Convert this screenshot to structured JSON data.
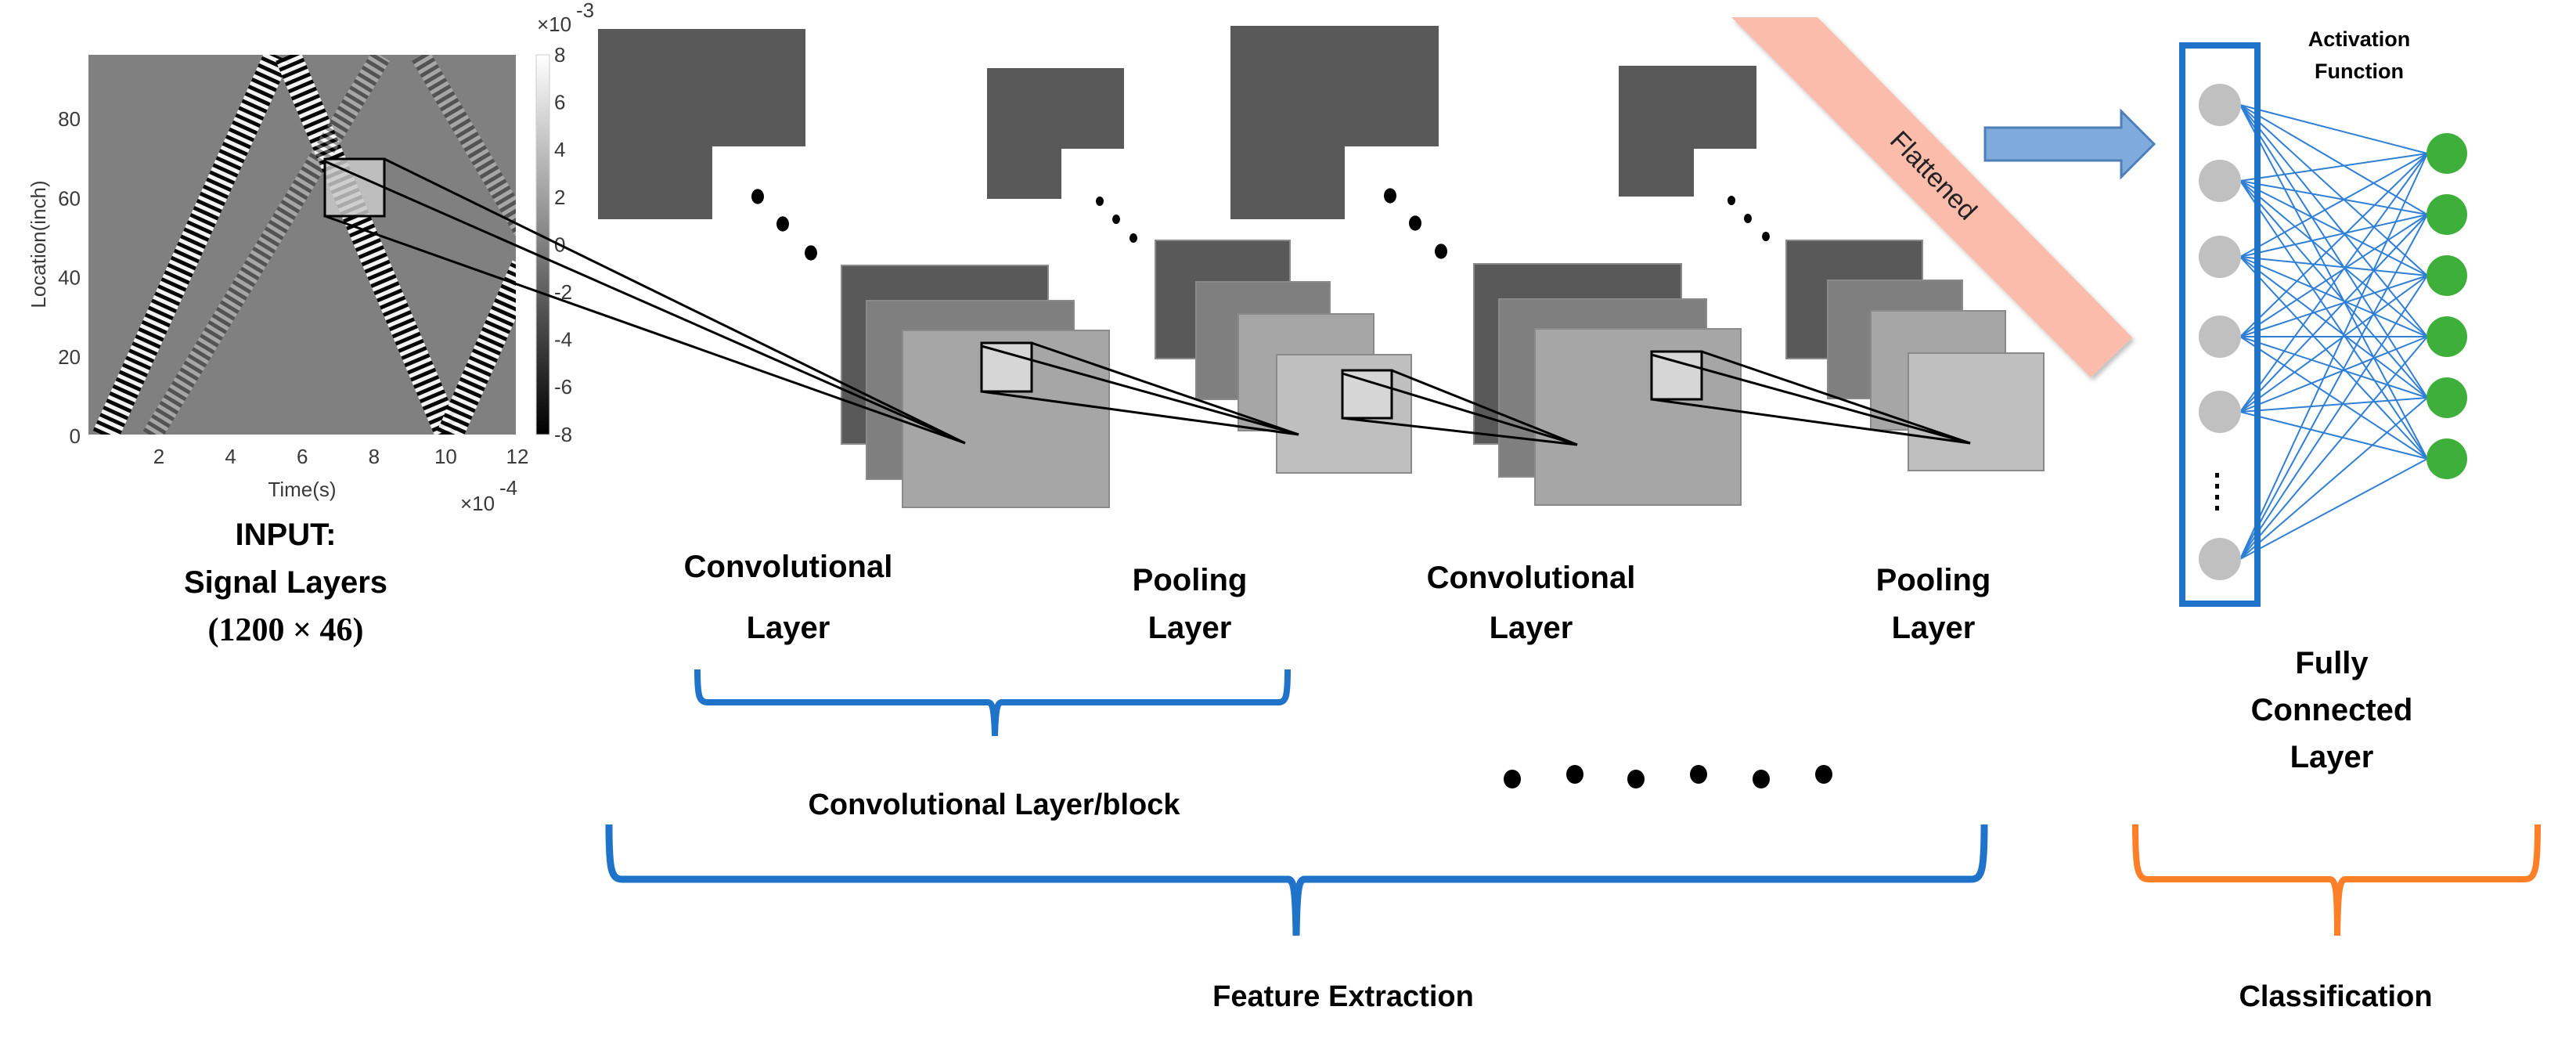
{
  "input_plot": {
    "ylabel": "Location(inch)",
    "xlabel": "Time(s)",
    "x_multiplier": "×10",
    "x_multiplier_exp": "-4",
    "colorbar_multiplier": "×10",
    "colorbar_multiplier_exp": "-3",
    "x_ticks": [
      "2",
      "4",
      "6",
      "8",
      "10",
      "12"
    ],
    "y_ticks": [
      "0",
      "20",
      "40",
      "60",
      "80"
    ],
    "colorbar_ticks": [
      "8",
      "6",
      "4",
      "2",
      "0",
      "-2",
      "-4",
      "-6",
      "-8"
    ],
    "colormap": "grayscale"
  },
  "input_label": {
    "line1": "INPUT:",
    "line2": "Signal Layers",
    "line3": "(1200 × 46)"
  },
  "layers": [
    {
      "line1": "Convolutional",
      "line2": "Layer"
    },
    {
      "line1": "Pooling",
      "line2": "Layer"
    },
    {
      "line1": "Convolutional",
      "line2": "Layer"
    },
    {
      "line1": "Pooling",
      "line2": "Layer"
    }
  ],
  "flattened_label": "Flattened",
  "activation_label": {
    "line1": "Activation",
    "line2": "Function"
  },
  "fc_label": {
    "line1": "Fully",
    "line2": "Connected",
    "line3": "Layer"
  },
  "block_label": "Convolutional Layer/block",
  "feature_label": "Feature Extraction",
  "classification_label": "Classification",
  "colors": {
    "blue": "#1f74c9",
    "orange": "#fd8029",
    "flatten_band": "#fbbcab",
    "arrow_fill": "#7faadc",
    "arrow_stroke": "#4f7fba",
    "input_node": "#c0c0c0",
    "output_node": "#3eaf3a",
    "map_dark": "#595959",
    "map_mid": "#7f7f7f",
    "map_light": "#a6a6a6",
    "map_lighter": "#bfbfbf"
  },
  "network": {
    "input_nodes_shown": 6,
    "output_nodes": 6
  }
}
